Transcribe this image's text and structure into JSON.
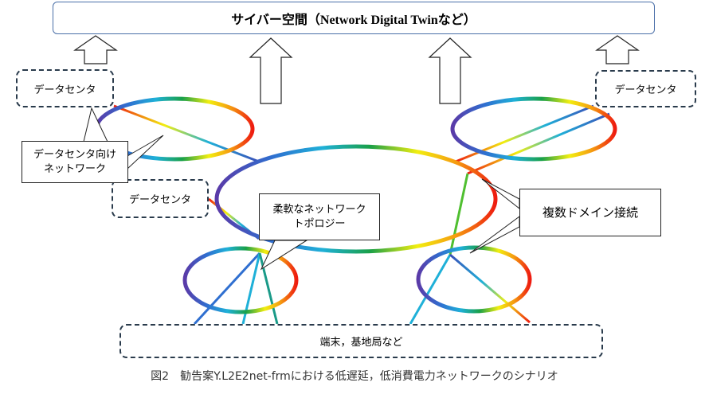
{
  "header": {
    "title": "サイバー空間（Network Digital Twinなど）"
  },
  "boxes": {
    "datacenter_left": "データセンタ",
    "datacenter_right": "データセンタ",
    "datacenter_mid": "データセンタ",
    "terminals": "端末，基地局など"
  },
  "callouts": {
    "dc_network_line1": "データセンタ向け",
    "dc_network_line2": "ネットワーク",
    "flexible_line1": "柔軟なネットワーク",
    "flexible_line2": "トポロジー",
    "multi_domain": "複数ドメイン接続"
  },
  "caption": "図2　勧告案Y.L2E2net-frmにおける低遅延，低消費電力ネットワークのシナリオ"
}
